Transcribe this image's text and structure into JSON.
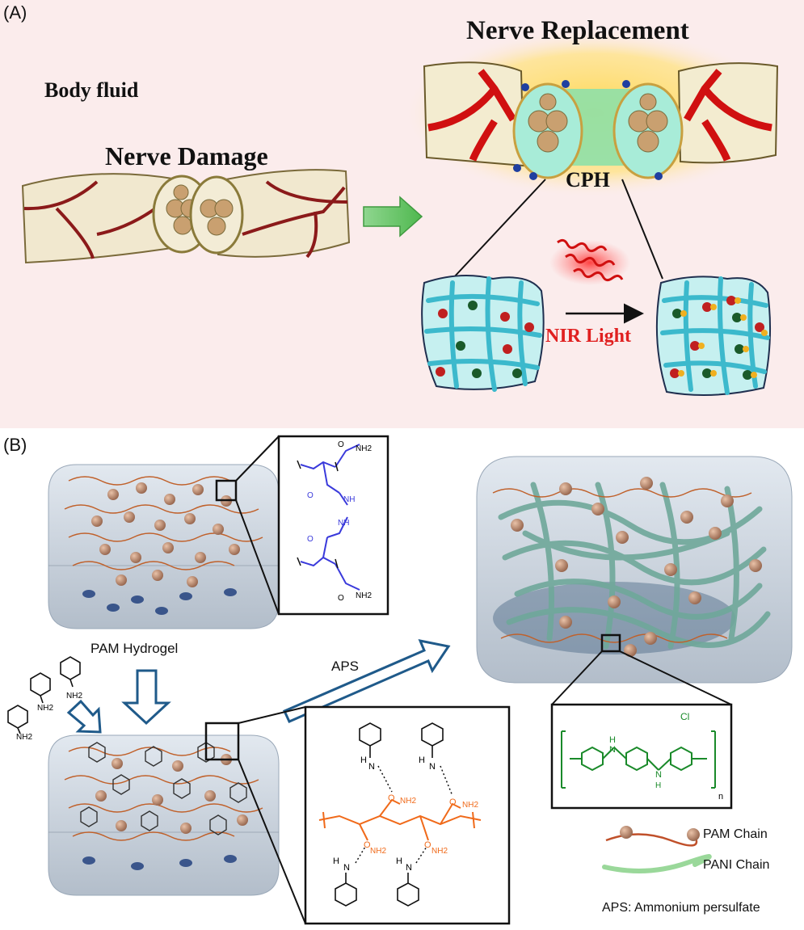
{
  "panelA": {
    "label": "(A)",
    "body_fluid": "Body fluid",
    "nerve_damage": "Nerve Damage",
    "nerve_replacement": "Nerve Replacement",
    "cph": "CPH",
    "nir_light": "NIR Light"
  },
  "panelB": {
    "label": "(B)",
    "pam_hydrogel": "PAM Hydrogel",
    "aps": "APS",
    "legend": {
      "pam_chain": "PAM Chain",
      "pani_chain": "PANI Chain",
      "aps_note": "APS: Ammonium persulfate"
    },
    "chem": {
      "nh2": "NH2",
      "nh": "NH",
      "h": "H",
      "n": "N",
      "o": "O",
      "cl": "Cl",
      "n_sub": "n"
    }
  },
  "colors": {
    "panel_a_bg": "#fbecec",
    "nerve_red": "#8b1a1a",
    "nir_red": "#e02020",
    "hydrogel_cyan": "#3cc7d6",
    "pam_blue": "#3a3adb",
    "pam_orange": "#f06a1a",
    "pani_green": "#1a8a2a",
    "arrow_blue": "#1f5a8a"
  }
}
